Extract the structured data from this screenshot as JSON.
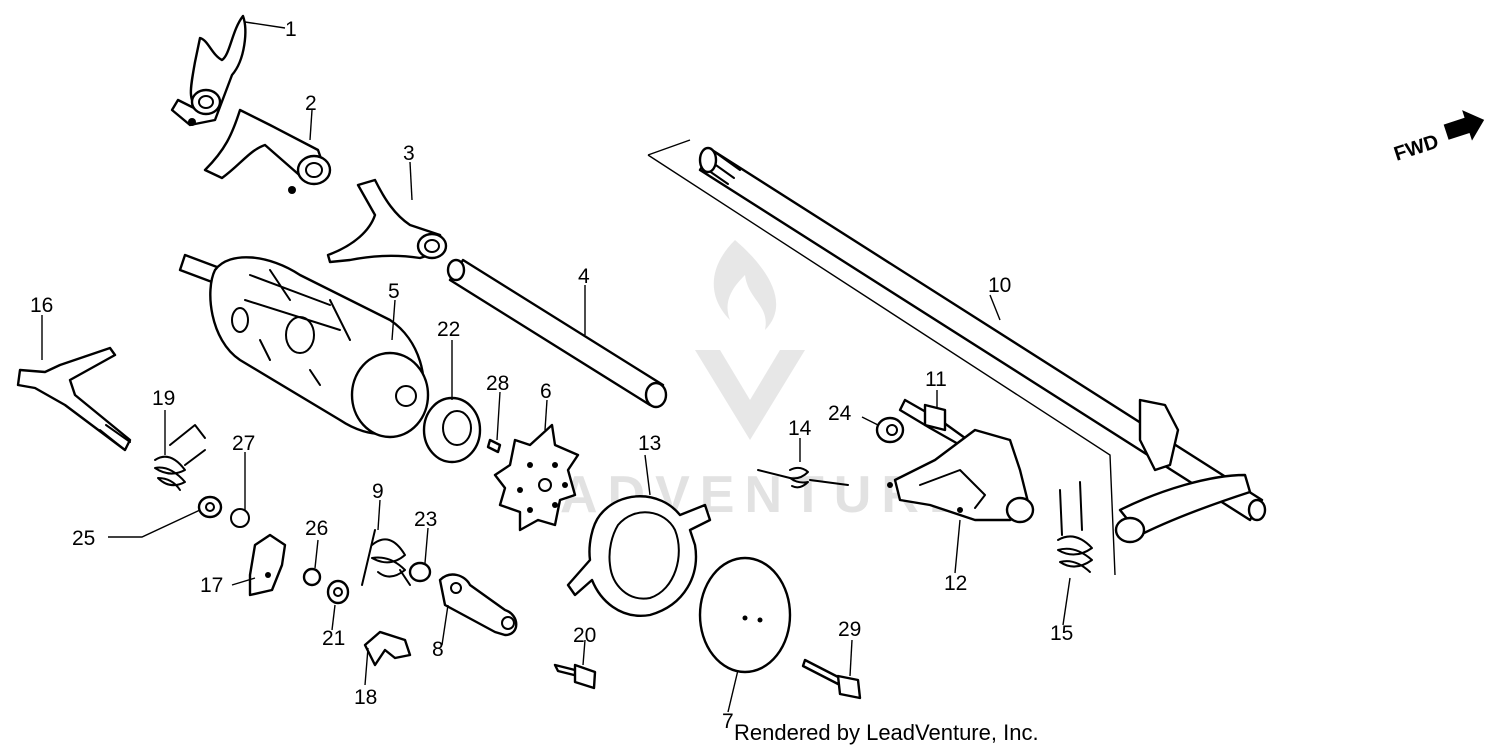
{
  "diagram": {
    "credit": "Rendered by LeadVenture, Inc.",
    "direction_label": "FWD",
    "watermark_text": "ADVENTURE",
    "callouts": [
      "1",
      "2",
      "3",
      "4",
      "5",
      "6",
      "7",
      "8",
      "9",
      "10",
      "11",
      "12",
      "13",
      "14",
      "15",
      "16",
      "17",
      "18",
      "19",
      "20",
      "21",
      "22",
      "23",
      "24",
      "25",
      "26",
      "27",
      "28",
      "29"
    ]
  }
}
